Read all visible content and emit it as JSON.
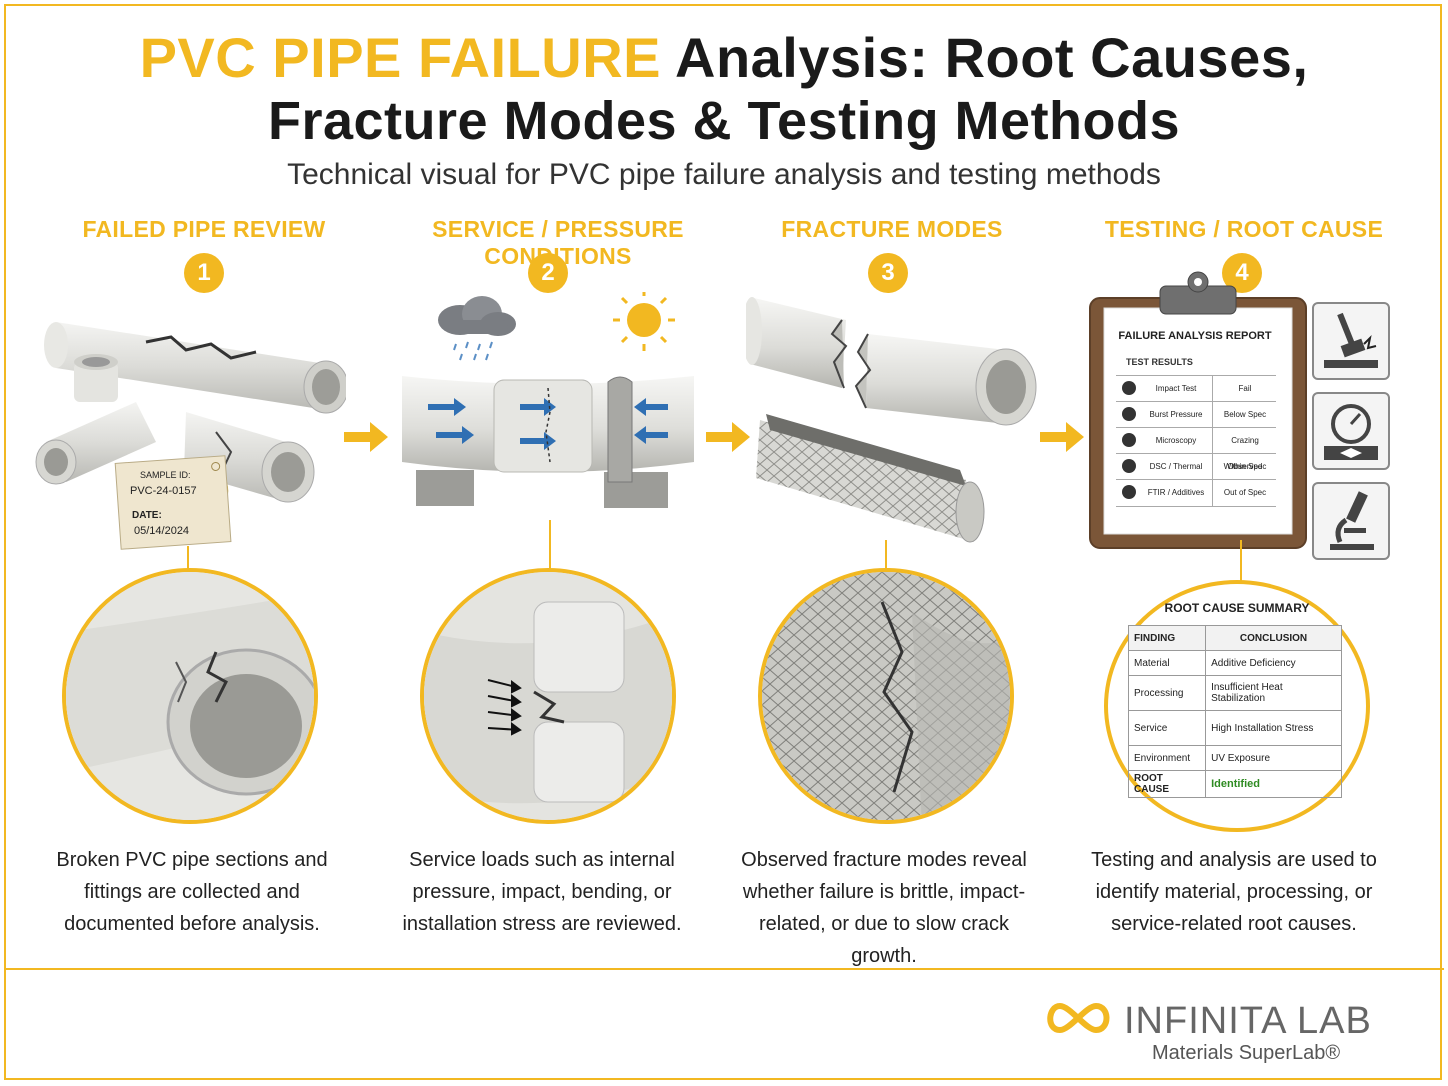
{
  "header": {
    "title_accent": "PVC PIPE FAILURE",
    "title_rest": "Analysis: Root Causes,",
    "title_line2": "Fracture Modes & Testing Methods",
    "subtitle": "Technical visual for PVC pipe failure analysis and testing methods"
  },
  "steps": [
    {
      "number": "1",
      "heading": "FAILED PIPE REVIEW",
      "caption": "Broken PVC pipe sections and fittings are collected and documented before analysis."
    },
    {
      "number": "2",
      "heading": "SERVICE / PRESSURE CONDITIONS",
      "caption": "Service loads such as internal pressure, impact, bending, or installation stress are reviewed."
    },
    {
      "number": "3",
      "heading": "FRACTURE MODES",
      "caption": "Observed fracture modes reveal whether failure is brittle, impact-related, or due to slow crack growth."
    },
    {
      "number": "4",
      "heading": "TESTING / ROOT CAUSE",
      "caption": "Testing and analysis are used to identify material, processing, or service-related root causes."
    }
  ],
  "sample_tag": {
    "sample_label": "SAMPLE ID:",
    "sample_id": "PVC-24-0157",
    "date_label": "DATE:",
    "date": "05/14/2024"
  },
  "report": {
    "title": "FAILURE ANALYSIS REPORT",
    "section": "TEST RESULTS",
    "rows": [
      {
        "test": "Impact Test",
        "result": "Fail"
      },
      {
        "test": "Burst Pressure",
        "result": "Below Spec"
      },
      {
        "test": "Microscopy",
        "result": "Crazing Observed"
      },
      {
        "test": "DSC / Thermal",
        "result": "Within Spec"
      },
      {
        "test": "FTIR / Additives",
        "result": "Out of Spec"
      }
    ]
  },
  "root_cause": {
    "title": "ROOT CAUSE SUMMARY",
    "col_finding": "FINDING",
    "col_conclusion": "CONCLUSION",
    "rows": [
      {
        "finding": "Material",
        "conclusion": "Additive Deficiency"
      },
      {
        "finding": "Processing",
        "conclusion": "Insufficient Heat Stabilization"
      },
      {
        "finding": "Service",
        "conclusion": "High Installation Stress"
      },
      {
        "finding": "Environment",
        "conclusion": "UV Exposure"
      }
    ],
    "final_label": "ROOT CAUSE",
    "final_value": "Identified"
  },
  "logo": {
    "name": "INFINITA LAB",
    "tagline": "Materials SuperLab®"
  },
  "colors": {
    "accent": "#f2b821",
    "arrow_blue": "#2f6fb3",
    "identified_green": "#2e8b22"
  },
  "icons": [
    "cloud-rain-icon",
    "sun-icon",
    "impact-hammer-icon",
    "pressure-gauge-icon",
    "microscope-icon"
  ]
}
